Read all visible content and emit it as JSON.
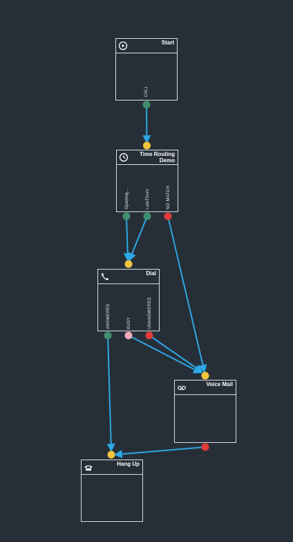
{
  "colors": {
    "background": "#262f38",
    "node_border": "#d8dde3",
    "edge": "#2ea8e6",
    "port_green": "#3f8f6f",
    "port_red": "#e03a3a",
    "port_yellow": "#f2c43d",
    "port_pink": "#f2a9bb"
  },
  "nodes": {
    "start": {
      "title": "Start",
      "icon": "play-icon",
      "outputs": [
        "CALL"
      ]
    },
    "time_routing": {
      "title": "Time Routing\nDemo",
      "icon": "clock-icon",
      "outputs": [
        "Opening...",
        "LateThurs",
        "NO MATCH"
      ]
    },
    "dial": {
      "title": "Dial",
      "icon": "phone-icon",
      "outputs": [
        "ANSWERED",
        "BUSY",
        "UNANSWERED"
      ]
    },
    "voice_mail": {
      "title": "Voice Mail",
      "icon": "voicemail-icon"
    },
    "hang_up": {
      "title": "Hang Up",
      "icon": "hangup-phone-icon"
    }
  }
}
